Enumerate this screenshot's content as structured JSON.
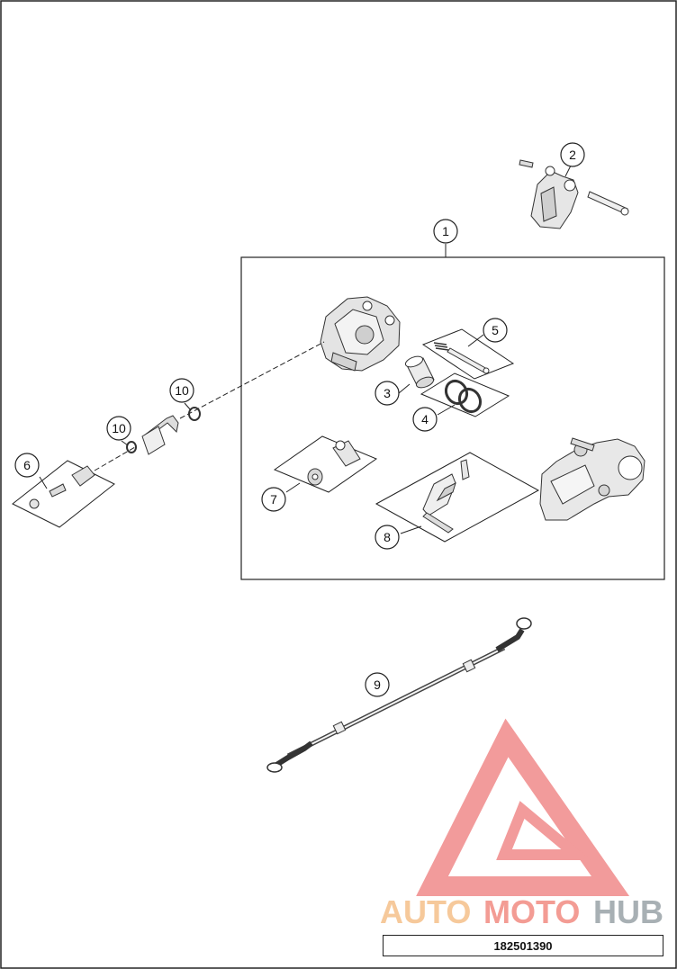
{
  "diagram": {
    "callouts": [
      {
        "id": "1",
        "label": "1"
      },
      {
        "id": "2",
        "label": "2"
      },
      {
        "id": "3",
        "label": "3"
      },
      {
        "id": "4",
        "label": "4"
      },
      {
        "id": "5",
        "label": "5"
      },
      {
        "id": "6",
        "label": "6"
      },
      {
        "id": "7",
        "label": "7"
      },
      {
        "id": "8",
        "label": "8"
      },
      {
        "id": "9",
        "label": "9"
      },
      {
        "id": "10a",
        "label": "10"
      },
      {
        "id": "10b",
        "label": "10"
      }
    ],
    "reference_number": "182501390"
  },
  "watermark": {
    "text_auto": "AUTO",
    "text_moto": "MOTO",
    "text_hub": "HUB",
    "colors": {
      "auto": "#f5c08a",
      "moto": "#f28b82",
      "hub": "#9aa3a8",
      "logo": "#f08a8a"
    }
  }
}
